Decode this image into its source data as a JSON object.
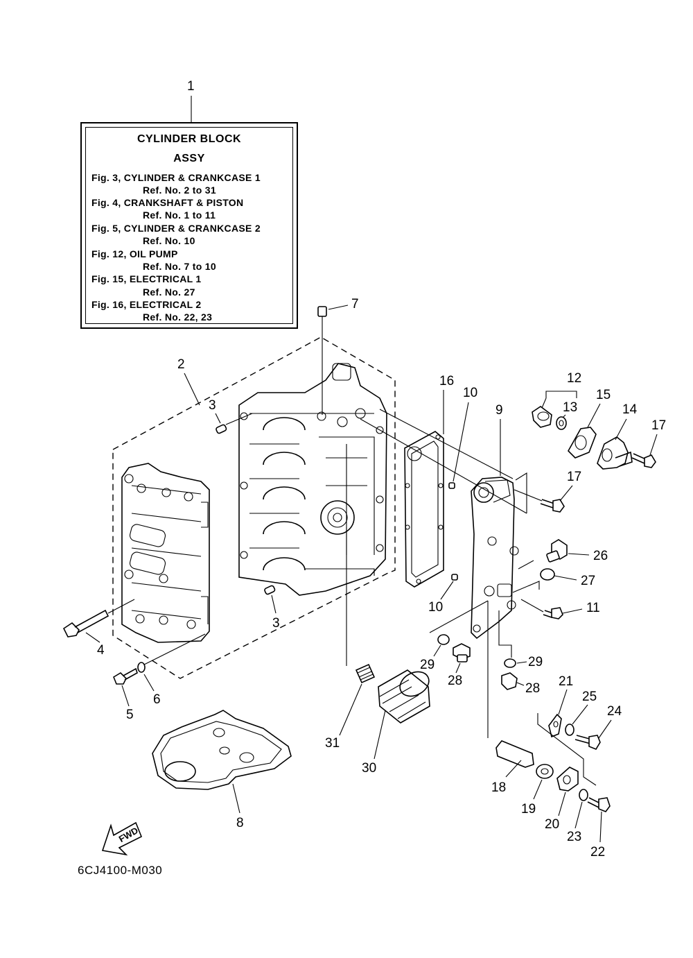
{
  "info_box": {
    "title_line1": "CYLINDER  BLOCK",
    "title_line2": "ASSY",
    "refs": [
      {
        "fig": "Fig. 3, CYLINDER & CRANKCASE 1",
        "ref": "Ref. No. 2 to 31"
      },
      {
        "fig": "Fig. 4, CRANKSHAFT & PISTON",
        "ref": "Ref. No. 1 to 11"
      },
      {
        "fig": "Fig. 5, CYLINDER & CRANKCASE 2",
        "ref": "Ref. No. 10"
      },
      {
        "fig": "Fig. 12, OIL PUMP",
        "ref": "Ref. No. 7 to 10"
      },
      {
        "fig": "Fig. 15, ELECTRICAL 1",
        "ref": "Ref. No. 27"
      },
      {
        "fig": "Fig. 16, ELECTRICAL 2",
        "ref": "Ref. No. 22, 23"
      }
    ]
  },
  "fwd_label": "FWD",
  "drawing_code": "6CJ4100-M030",
  "callouts": {
    "c1": "1",
    "c2": "2",
    "c3a": "3",
    "c3b": "3",
    "c4": "4",
    "c5": "5",
    "c6": "6",
    "c7": "7",
    "c8": "8",
    "c9": "9",
    "c10a": "10",
    "c10b": "10",
    "c11": "11",
    "c12": "12",
    "c13": "13",
    "c14": "14",
    "c15": "15",
    "c16": "16",
    "c17a": "17",
    "c17b": "17",
    "c18": "18",
    "c19": "19",
    "c20": "20",
    "c21": "21",
    "c22": "22",
    "c23": "23",
    "c24": "24",
    "c25": "25",
    "c26": "26",
    "c27": "27",
    "c28a": "28",
    "c28b": "28",
    "c29a": "29",
    "c29b": "29",
    "c30": "30",
    "c31": "31"
  }
}
